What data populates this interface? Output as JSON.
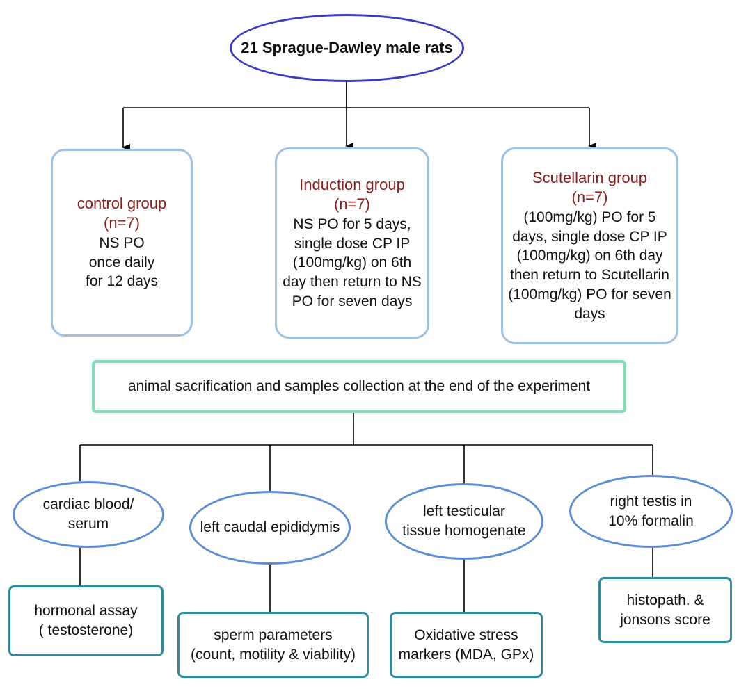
{
  "title": "21 Sprague-Dawley male rats",
  "groups": {
    "control": {
      "name": "control group",
      "n": "(n=7)",
      "lines": [
        "NS PO",
        "once daily",
        "for 12 days"
      ]
    },
    "induction": {
      "name": "Induction group",
      "n": "(n=7)",
      "lines": [
        "NS PO for 5 days,",
        "single dose CP IP",
        "(100mg/kg) on 6th",
        "day then return to NS",
        "PO for seven days"
      ]
    },
    "scutellarin": {
      "name": "Scutellarin group",
      "n": "(n=7)",
      "lines": [
        "(100mg/kg) PO for 5",
        "days, single dose CP IP",
        "(100mg/kg) on 6th day",
        "then return to Scutellarin",
        "(100mg/kg) PO for seven",
        "days"
      ]
    }
  },
  "sacrifice": "animal sacrification and samples collection at the end of the experiment",
  "samples": [
    [
      "cardiac blood/",
      "serum"
    ],
    [
      "left caudal epididymis"
    ],
    [
      "left testicular",
      "tissue homogenate"
    ],
    [
      "right testis in",
      "10% formalin"
    ]
  ],
  "tests": [
    [
      "hormonal assay",
      "( testosterone)"
    ],
    [
      "sperm parameters",
      "(count, motility & viability)"
    ],
    [
      "Oxidative stress",
      "markers (MDA, GPx)"
    ],
    [
      "histopath. &",
      "jonsons score"
    ]
  ],
  "colors": {
    "title_border": "#3b3bc4",
    "group_border": "#9cc3e6",
    "group_name": "#8a1c1c",
    "sacrifice_border": "#7fe0b7",
    "sample_border": "#5b8ed6",
    "test_border": "#2e8b9a"
  }
}
